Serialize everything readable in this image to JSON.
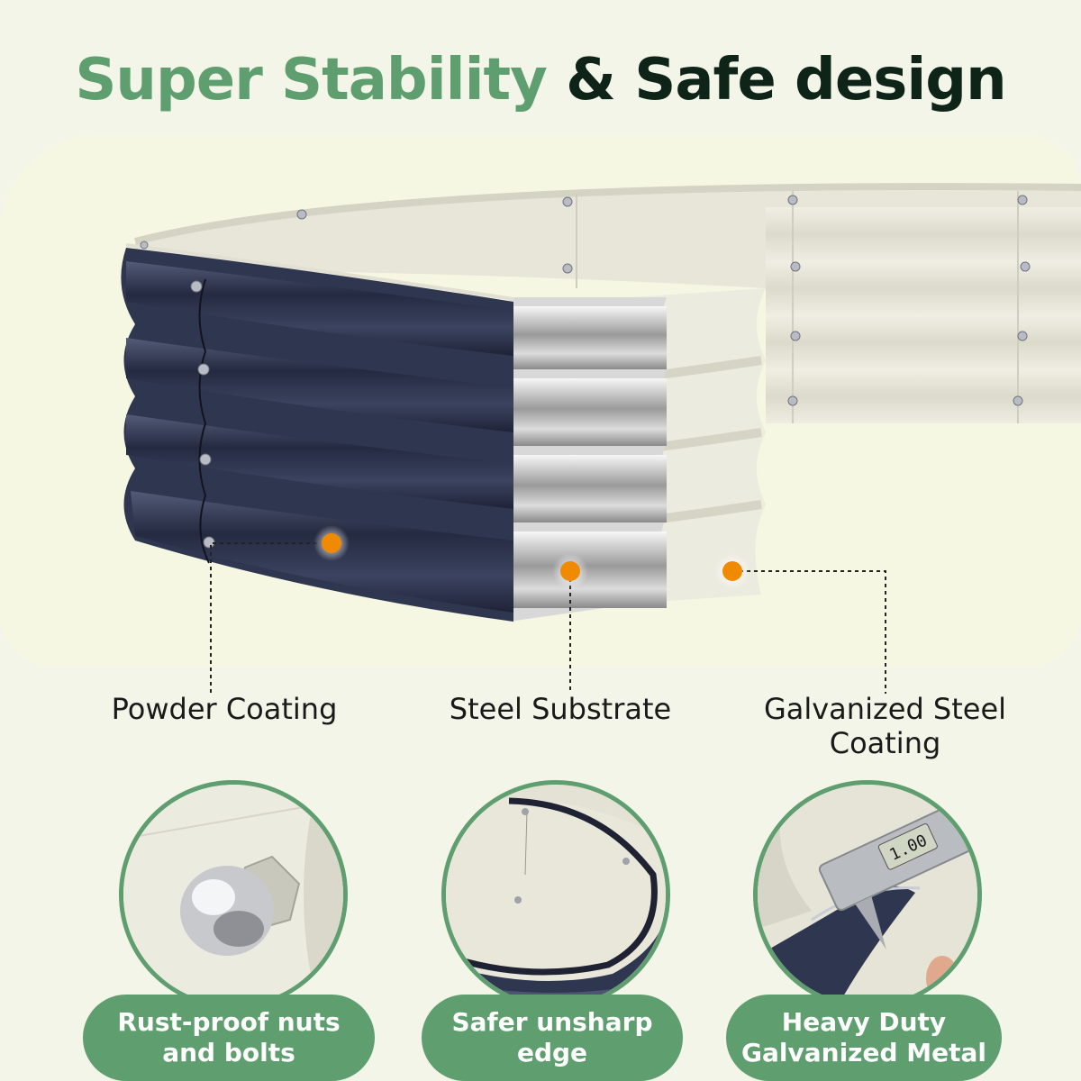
{
  "title": {
    "part1": "Super Stability",
    "part2": "& Safe design",
    "part1_color": "#5f9e6e",
    "part2_color": "#0f2418"
  },
  "layers": [
    {
      "label": "Powder Coating"
    },
    {
      "label": "Steel Substrate"
    },
    {
      "label_line1": "Galvanized Steel",
      "label_line2": "Coating"
    }
  ],
  "features": [
    {
      "line1": "Rust-proof nuts",
      "line2": "and bolts"
    },
    {
      "line1": "Safer unsharp",
      "line2": "edge"
    },
    {
      "line1": "Heavy Duty",
      "line2": "Galvanized Metal"
    }
  ],
  "caliper_reading": "1.00",
  "colors": {
    "accent_green": "#5f9e6e",
    "marker_orange": "#f08a00",
    "panel_bg": "#f6f7e2",
    "navy_coating": "#2f3650",
    "cream_coating": "#e6e4d6"
  }
}
